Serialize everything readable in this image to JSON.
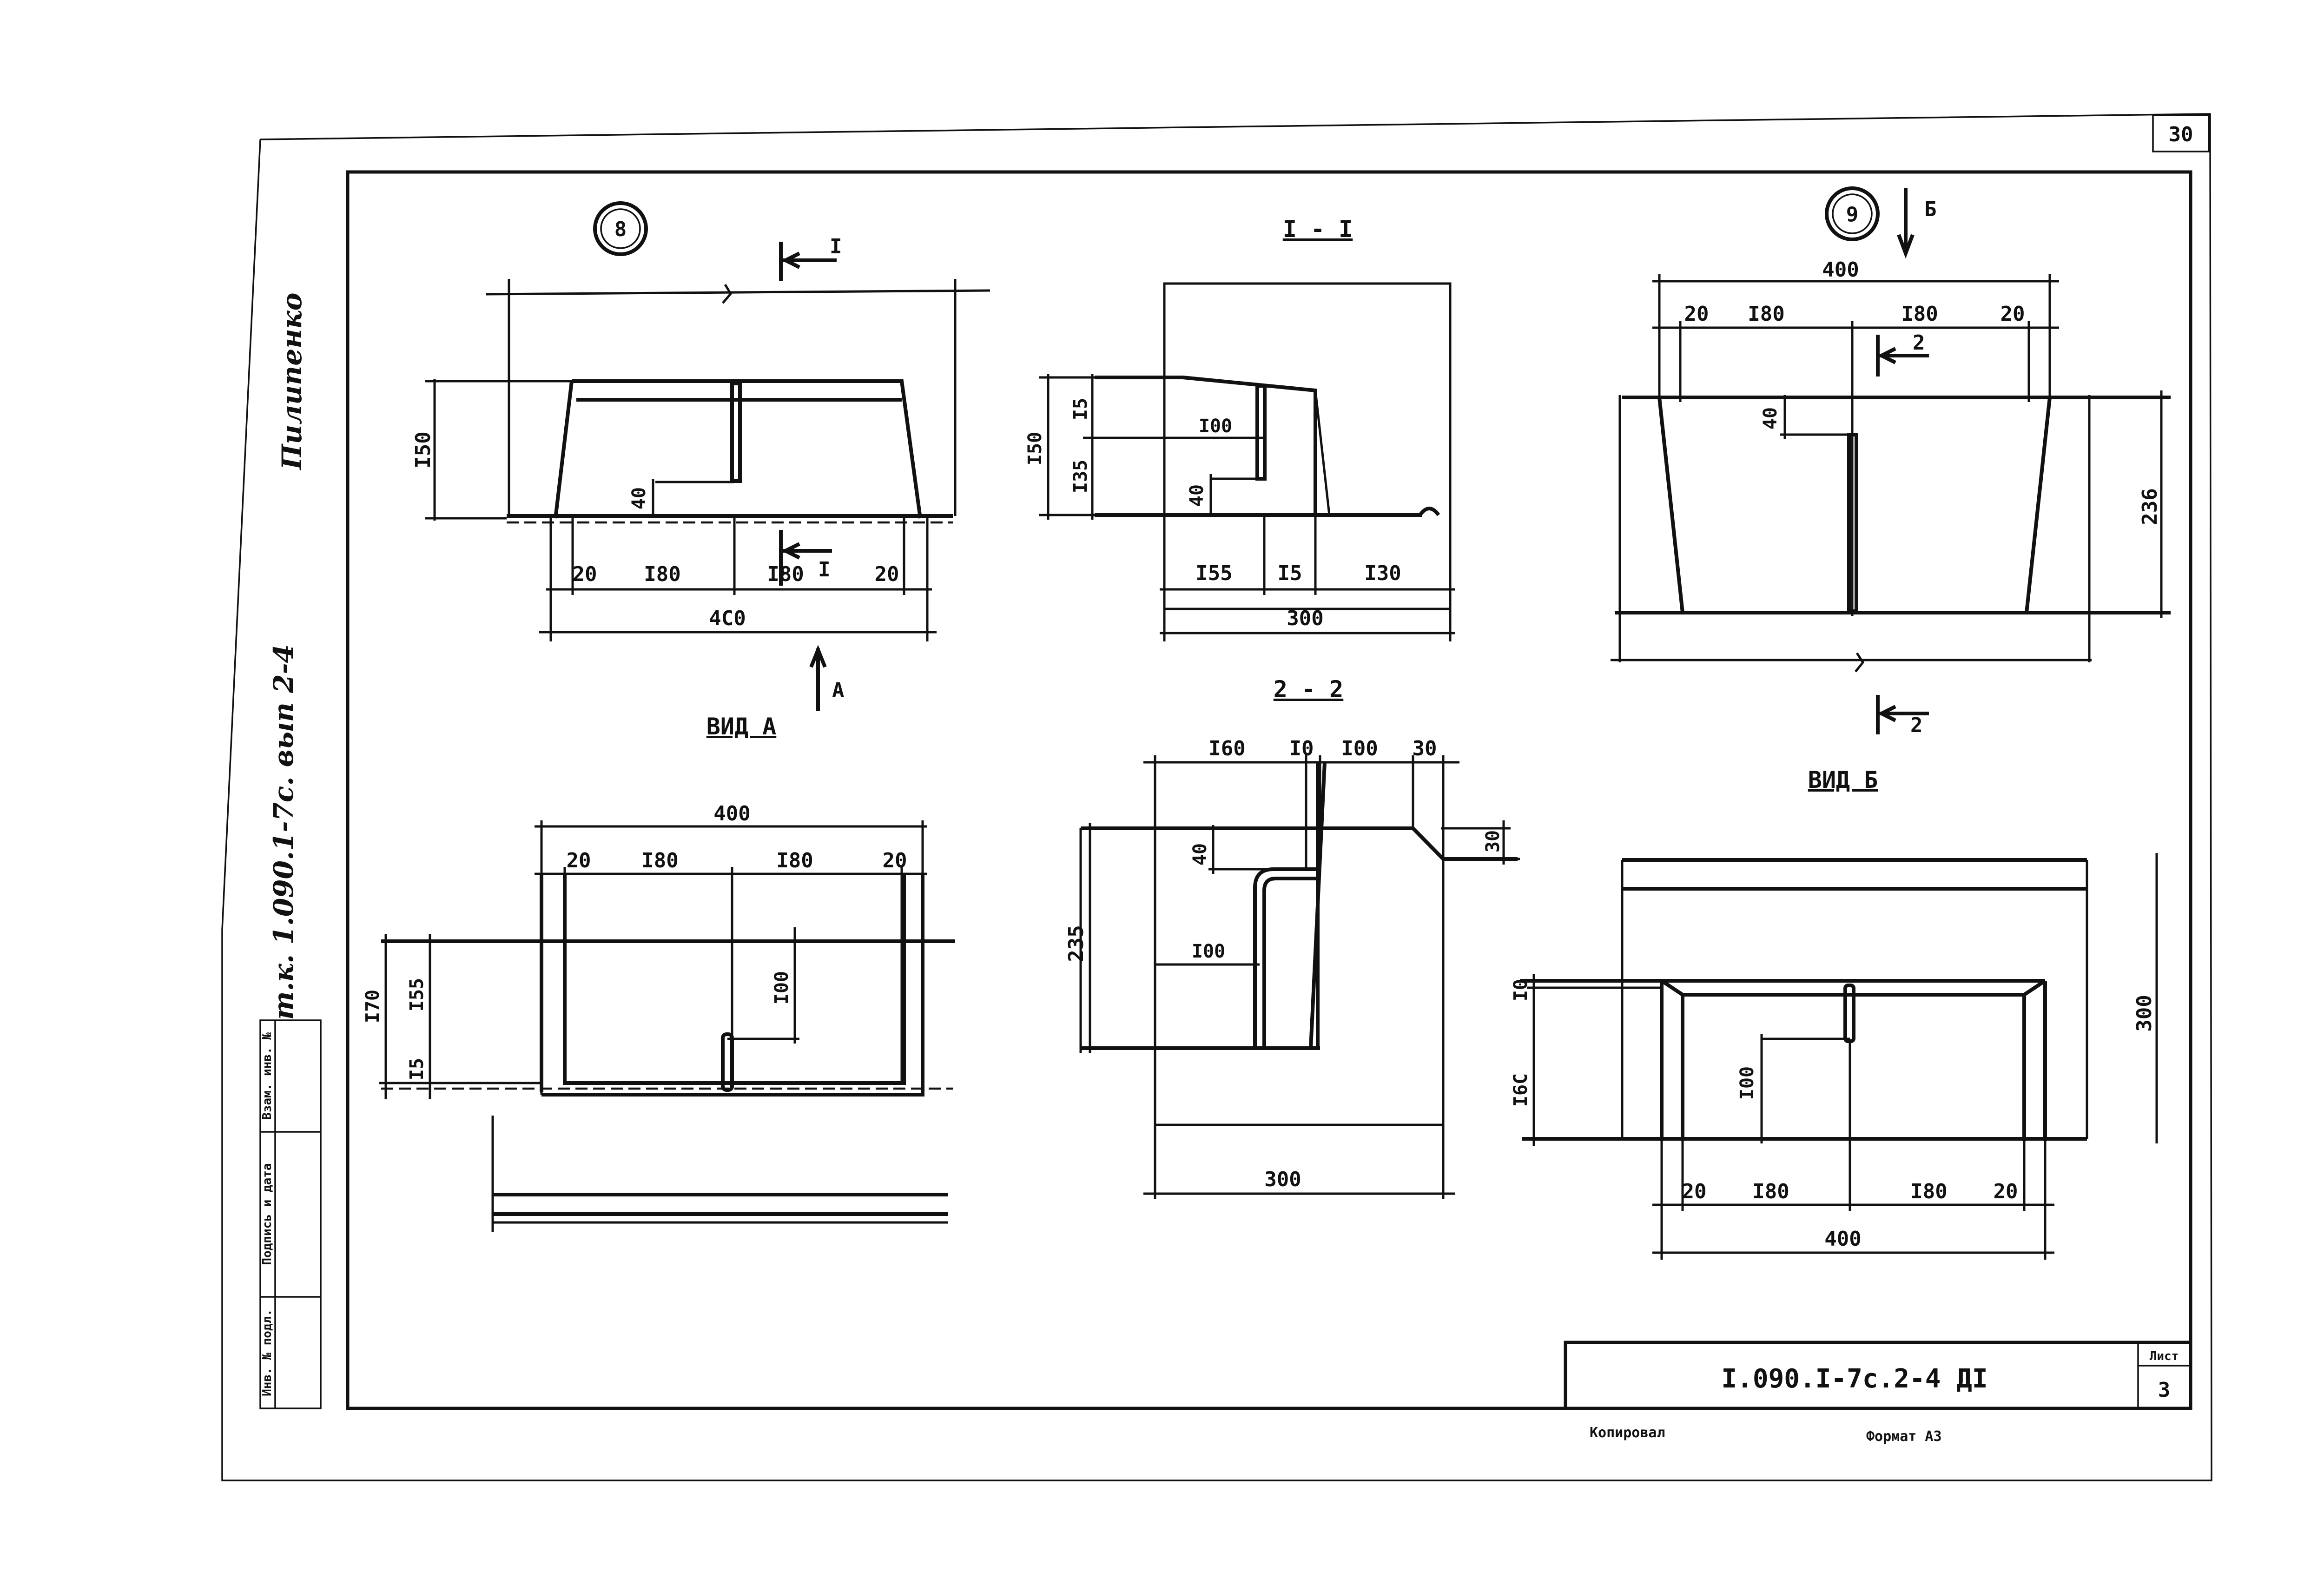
{
  "sheet": {
    "page_number": "30",
    "document_code": "I.090.I-7c.2-4 ДI",
    "sheet_label": "Лист",
    "sheet_number": "3",
    "copied_label": "Копировал",
    "format_label": "Формат А3",
    "margin_note": "т.к. 1.090.1-7с. вып 2-4",
    "margin_signature": "Пилипенко",
    "stamp_inv": "Инв. № подл.",
    "stamp_sign": "Подпись и дата",
    "stamp_replace": "Взам. инв. №"
  },
  "views": {
    "v8": {
      "marker": "8",
      "cut_label_top": "I",
      "cut_label_bottom": "I",
      "arrow_label": "А",
      "dims": {
        "height": "I50",
        "bar": "40",
        "d20a": "20",
        "d180a": "I80",
        "d180b": "I80",
        "d20b": "20",
        "total": "4C0"
      }
    },
    "s11": {
      "title": "I - I",
      "dims": {
        "h150": "I50",
        "h15": "I5",
        "h135": "I35",
        "d100": "I00",
        "d40": "40",
        "d155": "I55",
        "d15": "I5",
        "d130": "I30",
        "total": "300"
      }
    },
    "v9": {
      "marker": "9",
      "arrow_label": "Б",
      "cut_label_top": "2",
      "cut_label_bottom": "2",
      "dims": {
        "total": "400",
        "d20a": "20",
        "d180a": "I80",
        "d180b": "I80",
        "d20b": "20",
        "d40": "40",
        "h236": "236"
      }
    },
    "vA": {
      "title": "ВИД А",
      "dims": {
        "total": "400",
        "d20a": "20",
        "d180a": "I80",
        "d180b": "I80",
        "d20b": "20",
        "h170": "I70",
        "h155": "I55",
        "h15": "I5",
        "d100": "I00"
      }
    },
    "s22": {
      "title": "2 - 2",
      "dims": {
        "d160": "I60",
        "d10": "I0",
        "d100": "I00",
        "d30": "30",
        "r30": "30",
        "d40": "40",
        "h235": "235",
        "i100": "I00",
        "total": "300"
      }
    },
    "vB": {
      "title": "ВИД Б",
      "dims": {
        "h10": "I0",
        "h160": "I6C",
        "h100": "I00",
        "h300": "300",
        "d20a": "20",
        "d180a": "I80",
        "d180b": "I80",
        "d20b": "20",
        "total": "400"
      }
    }
  }
}
